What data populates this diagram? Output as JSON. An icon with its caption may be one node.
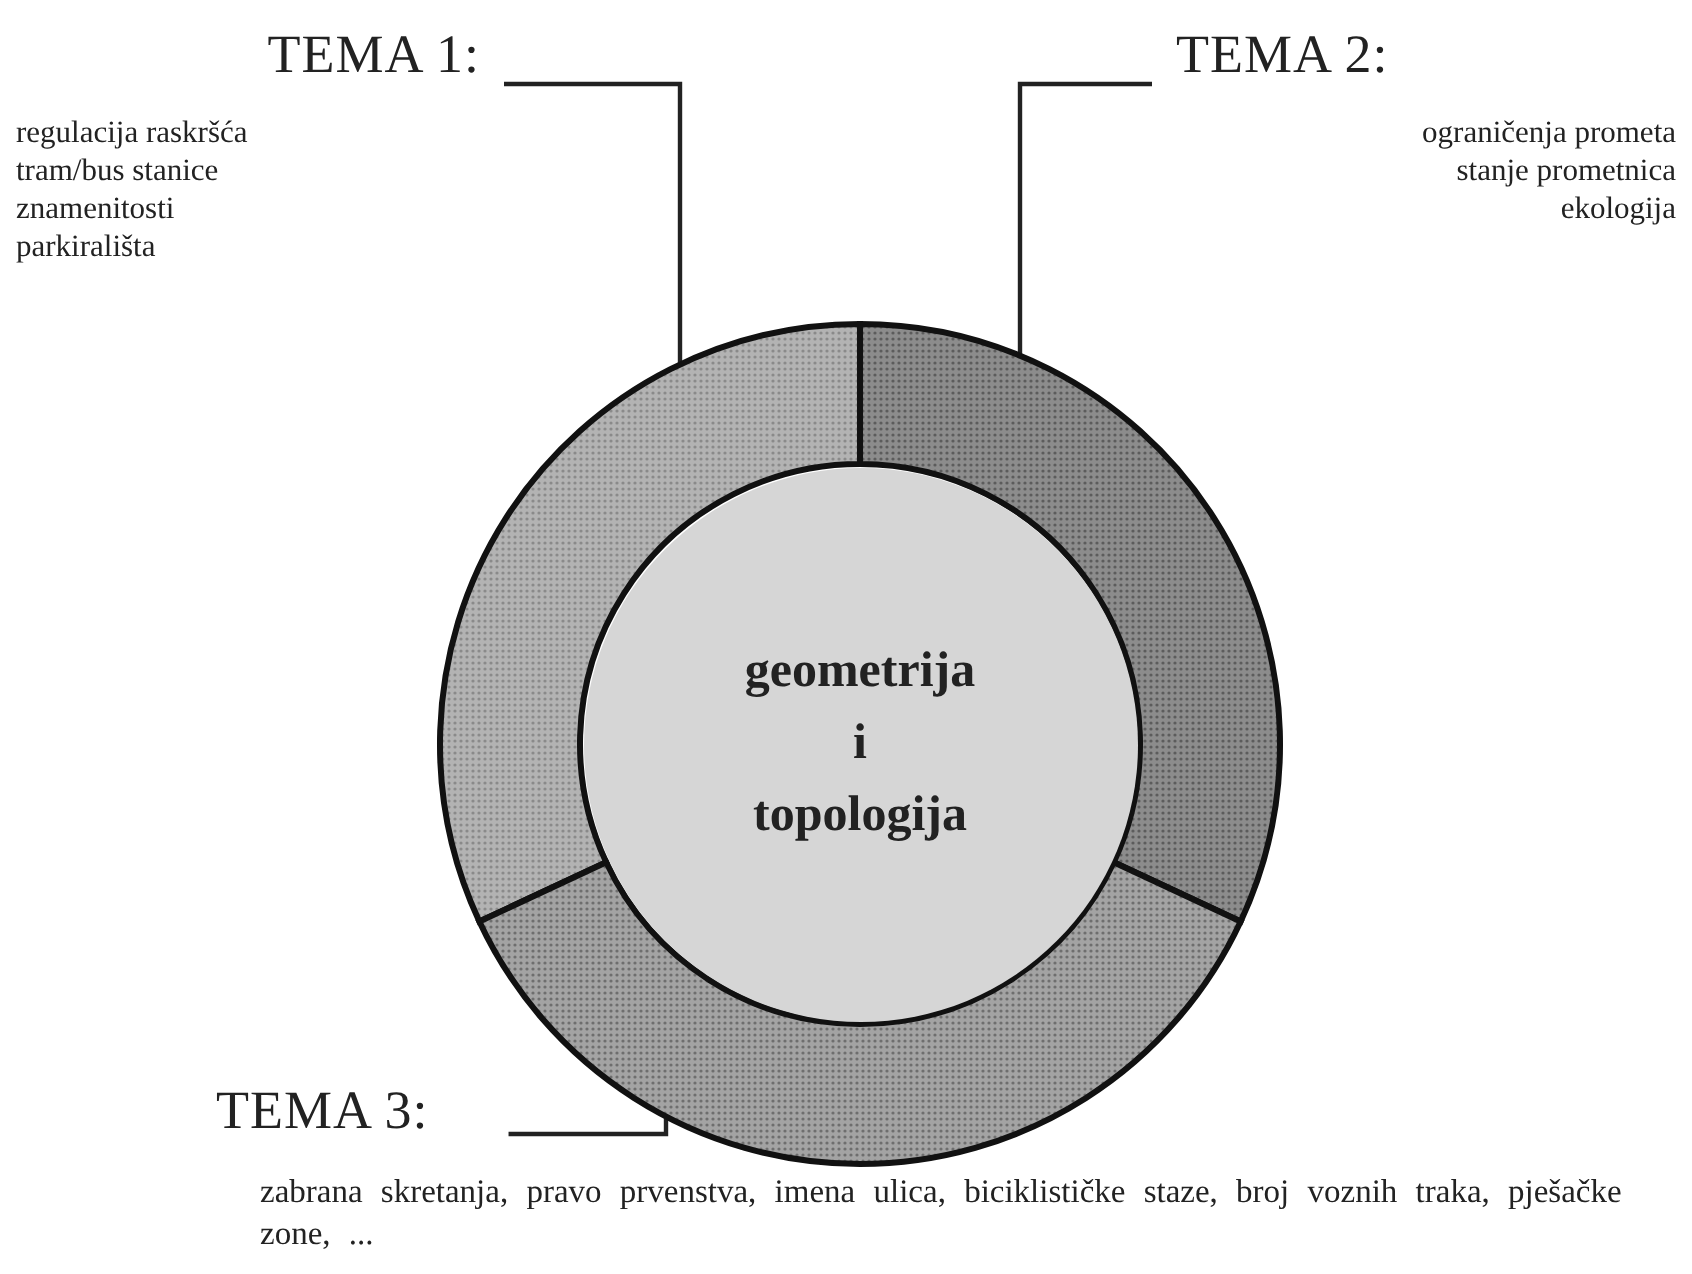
{
  "diagram": {
    "nodes": [
      {
        "text": [
          "TEMA 1:",
          "regulacija raskršća",
          "tram/bus stanice",
          "znamenitosti",
          "parkirališta"
        ]
      },
      {
        "text": [
          "TEMA 2:",
          "ograničenja prometa",
          "stanje prometnica",
          "ekologija"
        ]
      },
      {
        "text": [
          "TEMA 3:",
          "zabrana skretanja, pravo prvenstva, imena ulica, biciklističke staze, broj voznih traka, pješačke zone, ..."
        ]
      },
      {
        "text": [],
        "shape": "arc"
      },
      {
        "text": [],
        "shape": "arc"
      },
      {
        "text": [],
        "shape": "arc"
      },
      {
        "text": [
          "geometrija i topologija"
        ]
      }
    ],
    "edges": [
      {
        "from": 0,
        "to": 3,
        "arrow": "none"
      },
      {
        "from": 1,
        "to": 4,
        "arrow": "none"
      },
      {
        "from": 2,
        "to": 5,
        "arrow": "none"
      }
    ]
  }
}
